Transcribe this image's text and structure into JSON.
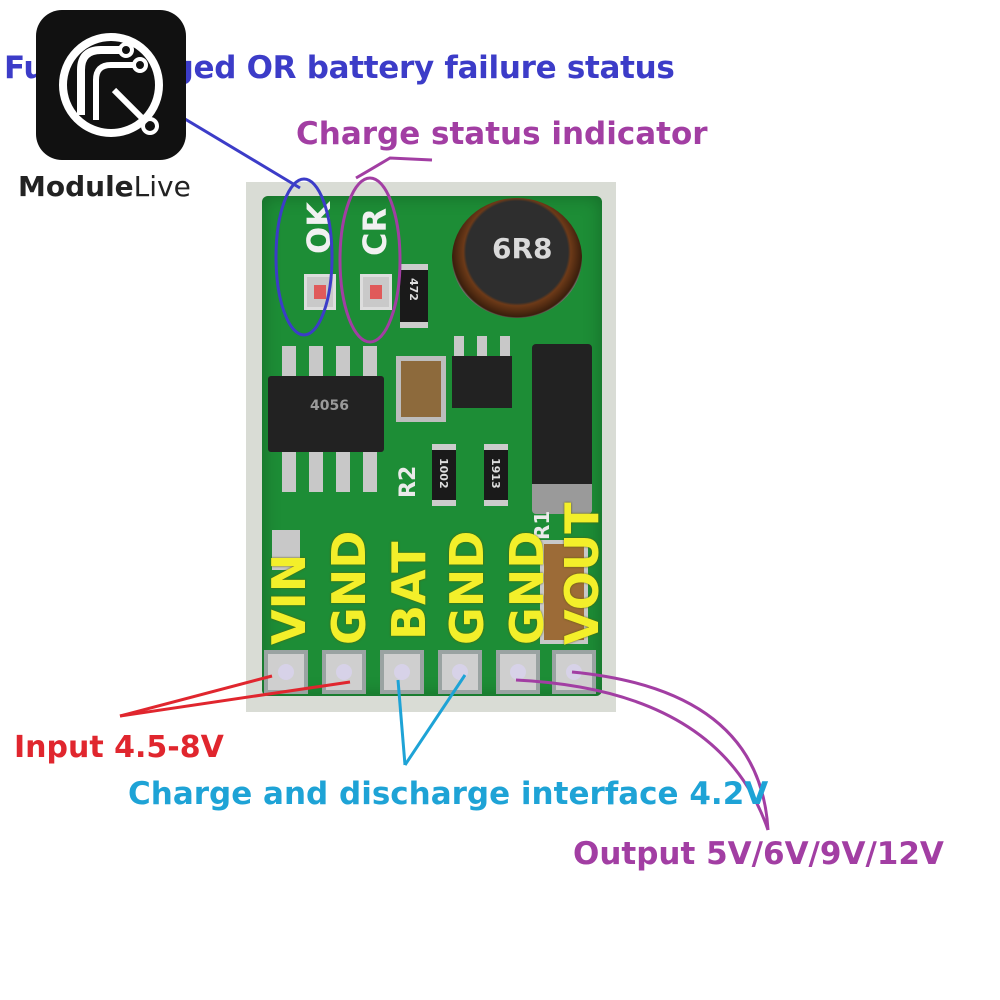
{
  "brand": {
    "name_part1": "Module",
    "name_part2": "Live"
  },
  "callouts": {
    "full_status": "Fully charged OR battery failure status",
    "charge_status": "Charge status indicator",
    "input": "Input 4.5-8V",
    "interface": "Charge and discharge interface 4.2V",
    "output": "Output 5V/6V/9V/12V"
  },
  "board": {
    "led_ok": "OK",
    "led_cr": "CR",
    "inductor": "6R8",
    "ic_mark": "4056",
    "r2": "R2",
    "r1": "R1",
    "res_a": "1002",
    "res_b": "1913",
    "res_c": "472",
    "pins": [
      "VIN",
      "GND",
      "BAT",
      "GND",
      "GND",
      "VOUT"
    ]
  },
  "colors": {
    "blue_callout": "#3c3cc8",
    "purple_callout": "#a23ea3",
    "red_callout": "#e0262e",
    "cyan_callout": "#1ea3d6",
    "pcb_green": "#1d8d36",
    "silk_yellow": "#f3ef2a"
  }
}
